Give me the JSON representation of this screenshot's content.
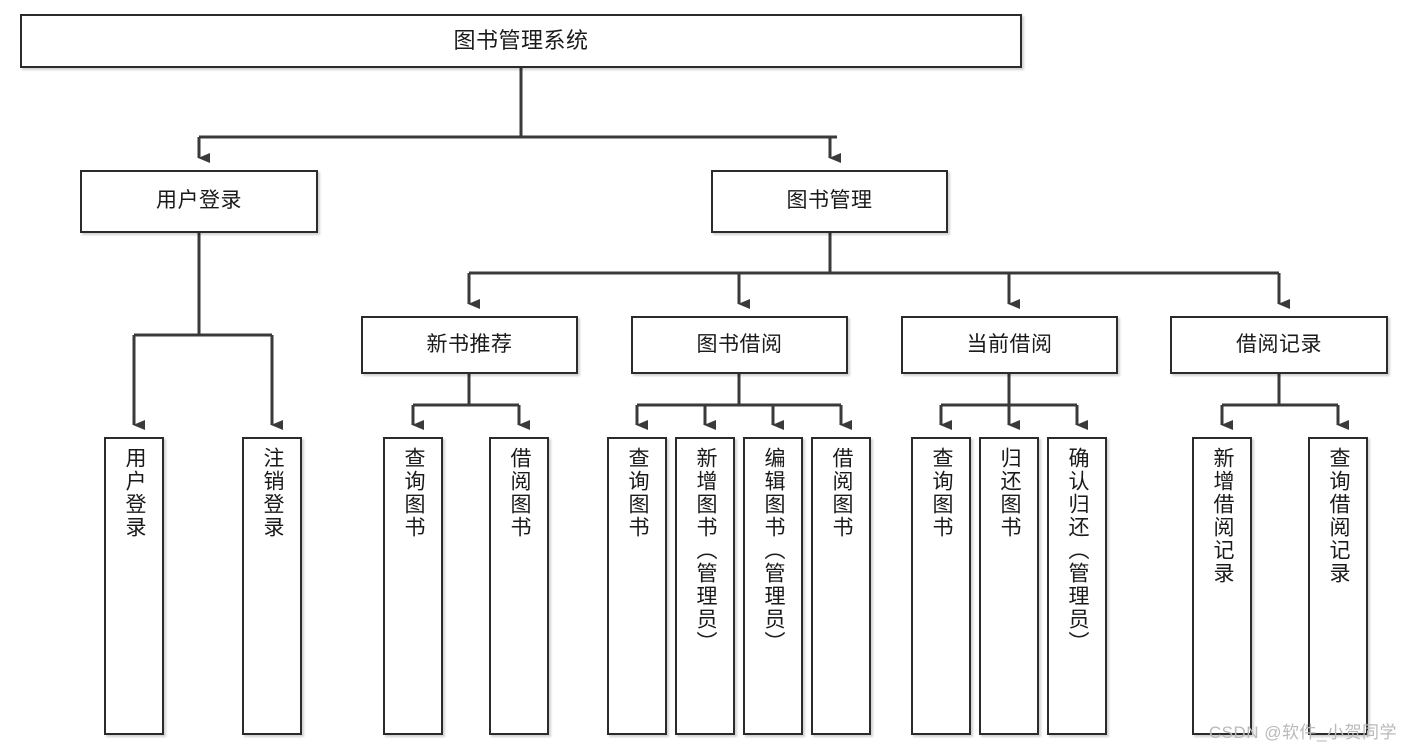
{
  "diagram": {
    "type": "tree",
    "title": "图书管理系统",
    "watermark": "CSDN @软件_小贺同学",
    "colors": {
      "box_border": "#2b2b2b",
      "box_fill": "#ffffff",
      "connector": "#3a3a3a",
      "text": "#1a1a1a",
      "watermark": "#b9b9b9",
      "background": "#ffffff"
    },
    "root": {
      "label": "图书管理系统"
    },
    "level2": [
      {
        "label": "用户登录"
      },
      {
        "label": "图书管理"
      }
    ],
    "level3": [
      {
        "label": "新书推荐"
      },
      {
        "label": "图书借阅"
      },
      {
        "label": "当前借阅"
      },
      {
        "label": "借阅记录"
      }
    ],
    "leaves": {
      "user_login": [
        {
          "label": "用户登录"
        },
        {
          "label": "注销登录"
        }
      ],
      "new_book": [
        {
          "label": "查询图书"
        },
        {
          "label": "借阅图书"
        }
      ],
      "book_borrow": [
        {
          "label": "查询图书"
        },
        {
          "label": "新增图书（管理员）"
        },
        {
          "label": "编辑图书（管理员）"
        },
        {
          "label": "借阅图书"
        }
      ],
      "current_borrow": [
        {
          "label": "查询图书"
        },
        {
          "label": "归还图书"
        },
        {
          "label": "确认归还（管理员）"
        }
      ],
      "borrow_record": [
        {
          "label": "新增借阅记录"
        },
        {
          "label": "查询借阅记录"
        }
      ]
    }
  }
}
